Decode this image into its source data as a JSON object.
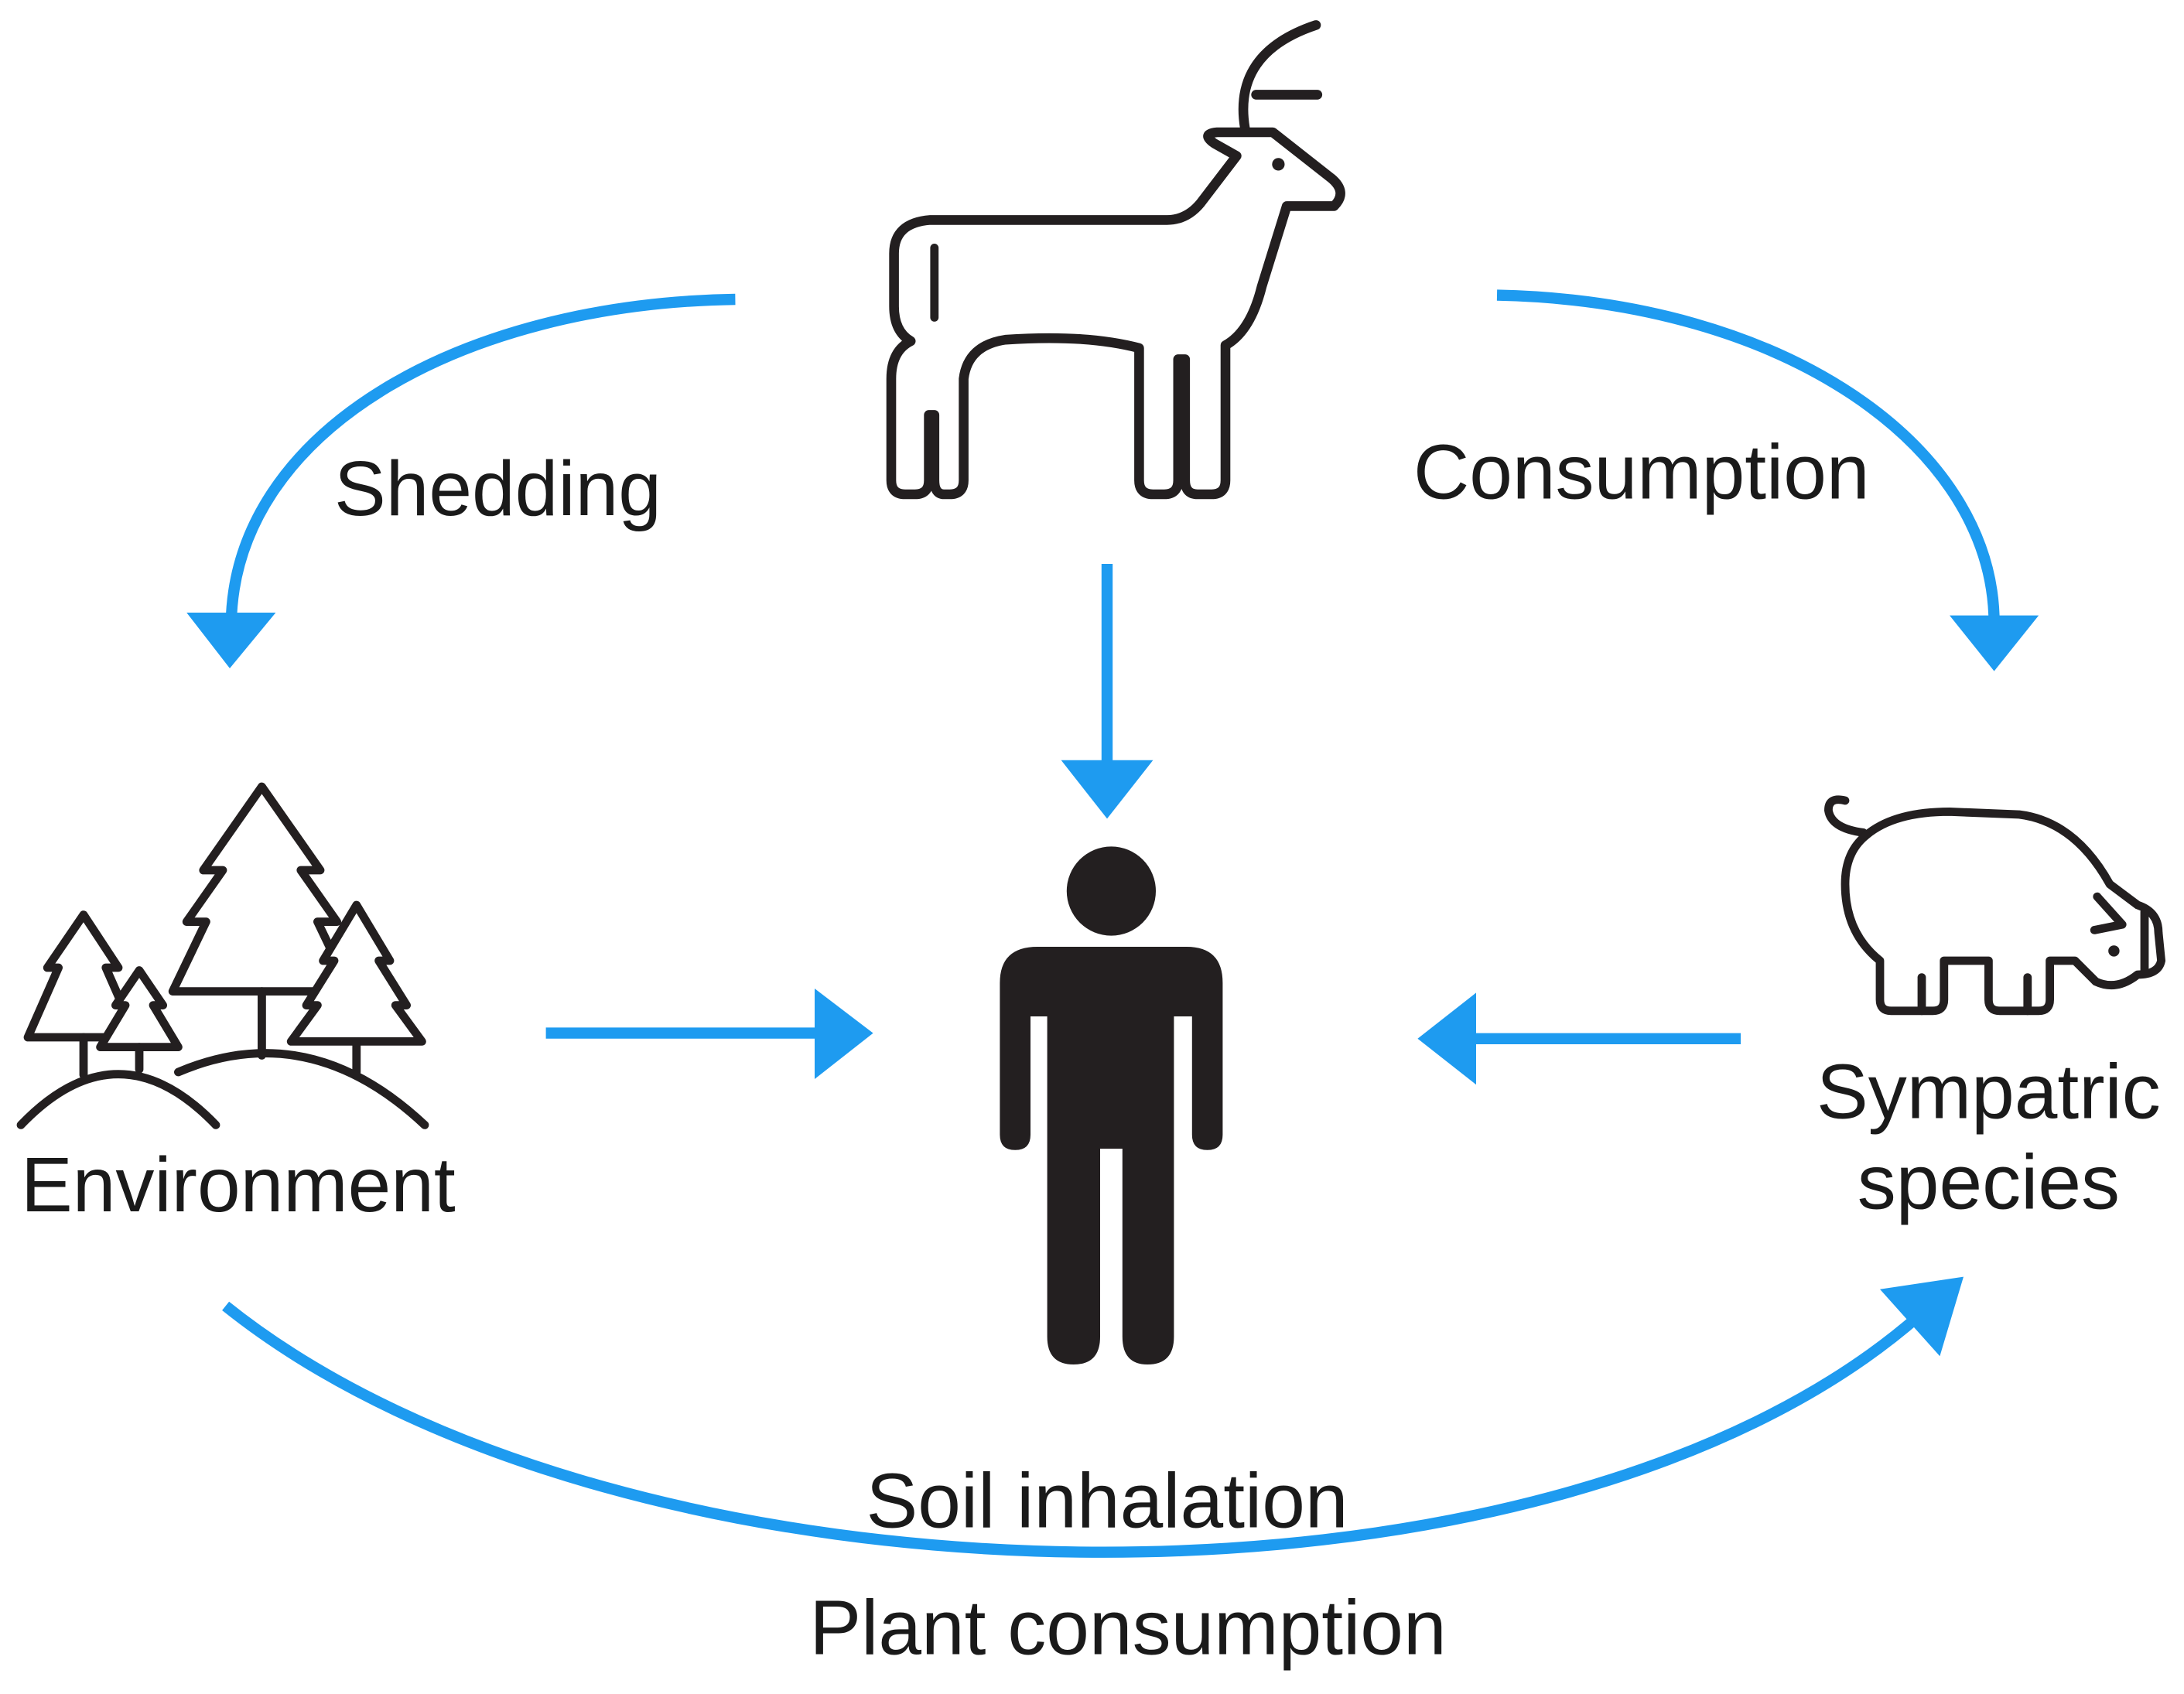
{
  "colors": {
    "arrow": "#1E9BF0",
    "icon": "#231F20",
    "text": "#1A1A1A",
    "background": "#FFFFFF"
  },
  "nodes": {
    "deer": {
      "icon": "deer-icon"
    },
    "human": {
      "icon": "person-icon"
    },
    "environment": {
      "icon": "forest-icon",
      "label": "Environment"
    },
    "sympatric_species": {
      "icon": "pig-icon",
      "label_lines": [
        "Sympatric",
        "species"
      ]
    }
  },
  "edges": {
    "deer_to_environment": {
      "label": "Shedding"
    },
    "deer_to_sympatric_species": {
      "label": "Consumption"
    },
    "deer_to_human": {},
    "environment_to_human": {},
    "sympatric_species_to_human": {},
    "environment_to_sympatric_species": {
      "label_lines": [
        "Soil inhalation",
        "Plant consumption"
      ]
    }
  }
}
